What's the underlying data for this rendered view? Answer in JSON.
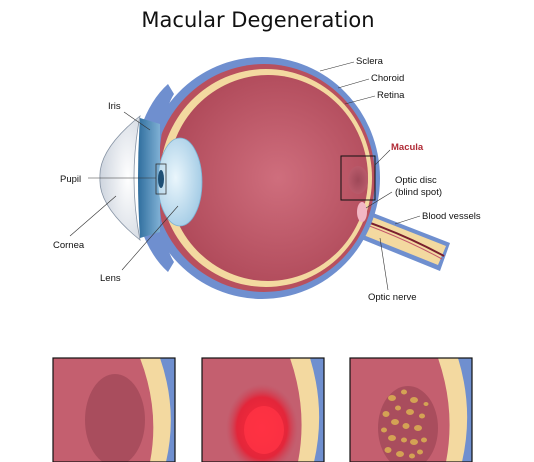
{
  "title": "Macular Degeneration",
  "labels": {
    "sclera": "Sclera",
    "choroid": "Choroid",
    "retina": "Retina",
    "macula": "Macula",
    "optic_disc_line1": "Optic disc",
    "optic_disc_line2": "(blind spot)",
    "blood_vessels": "Blood vessels",
    "optic_nerve": "Optic nerve",
    "iris": "Iris",
    "pupil": "Pupil",
    "cornea": "Cornea",
    "lens": "Lens"
  },
  "colors": {
    "sclera": "#6f8fcf",
    "choroid": "#b8505e",
    "retina": "#f3d9a0",
    "vitreous": "#c45f6f",
    "macula_label": "#b02a35",
    "iris": "#3b7fb0",
    "lens": "#c5e2f2",
    "hemorrhage": "#e8233a",
    "drusen": "#d4a254"
  }
}
